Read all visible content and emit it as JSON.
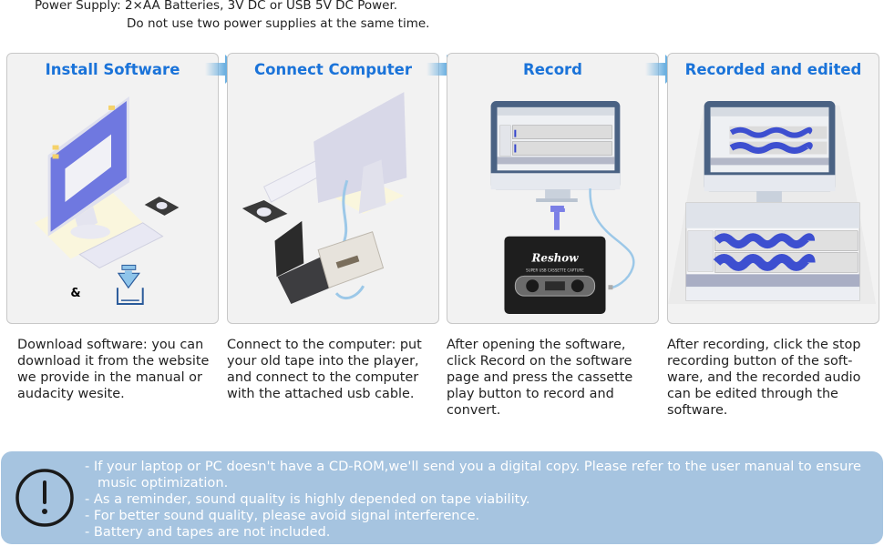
{
  "power_supply": {
    "line1": "Power Supply: 2×AA Batteries, 3V DC or USB 5V DC Power.",
    "line2": "Do not use two power supplies at the same time."
  },
  "steps": [
    {
      "title": "Install Software",
      "ampersand": "&",
      "icon": "download-icon",
      "description": "Download software: you can download it from the website we provide in the manual or audacity wesite."
    },
    {
      "title": "Connect Computer",
      "icon": "cassette-connect-icon",
      "description": "Connect to the computer: put your old tape into the player, and connect to the computer with the attached usb cable."
    },
    {
      "title": "Record",
      "icon": "record-monitor-icon",
      "player_brand": "Reshow",
      "player_subtitle": "SUPER USB CASSETTE CAPTURE",
      "description": "After opening the software, click Record on the software page and press the cassette play button to record and convert."
    },
    {
      "title": "Recorded and edited",
      "icon": "audio-editor-icon",
      "description": "After recording, click the stop recording button of the soft-ware, and the recorded audio can be edited through the software."
    }
  ],
  "notes": {
    "icon": "exclamation-circle-icon",
    "items": [
      "- If your laptop or PC doesn't have a CD-ROM,we'll send you a digital copy. Please refer to the user manual to ensure music optimization.",
      "- As a reminder, sound quality is highly depended on tape viability.",
      "- For better sound quality, please avoid signal interference.",
      "- Battery and tapes are not included."
    ]
  },
  "colors": {
    "title_blue": "#1a73d9",
    "note_bg": "#a6c4e0",
    "card_bg": "#f2f2f2"
  }
}
